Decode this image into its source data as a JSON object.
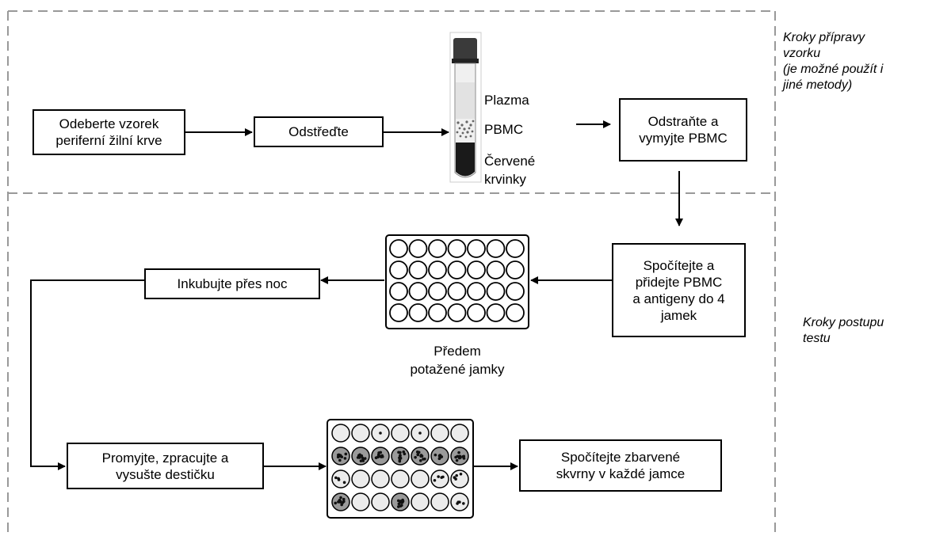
{
  "sections": {
    "prep_label": "Kroky přípravy\nvzorku\n(je možné použít i\njiné metody)",
    "assay_label": "Kroky postupu\ntestu"
  },
  "steps": {
    "collect": "Odeberte vzorek\nperiferní žilní krve",
    "centrifuge": "Odstřeďte",
    "remove_wash": "Odstraňte a\nvymyjte PBMC",
    "count_add": "Spočítejte a\npřidejte PBMC\na antigeny do 4\njamek",
    "incubate": "Inkubujte přes noc",
    "wash_process": "Promyjte, zpracujte a\nvysušte destičku",
    "count_spots": "Spočítejte zbarvené\nskvrny v každé jamce"
  },
  "tube": {
    "plasma": "Plazma",
    "pbmc": "PBMC",
    "rbc": "Červené\nkrvinky"
  },
  "plate": {
    "caption": "Předem\npotažené jamky"
  }
}
